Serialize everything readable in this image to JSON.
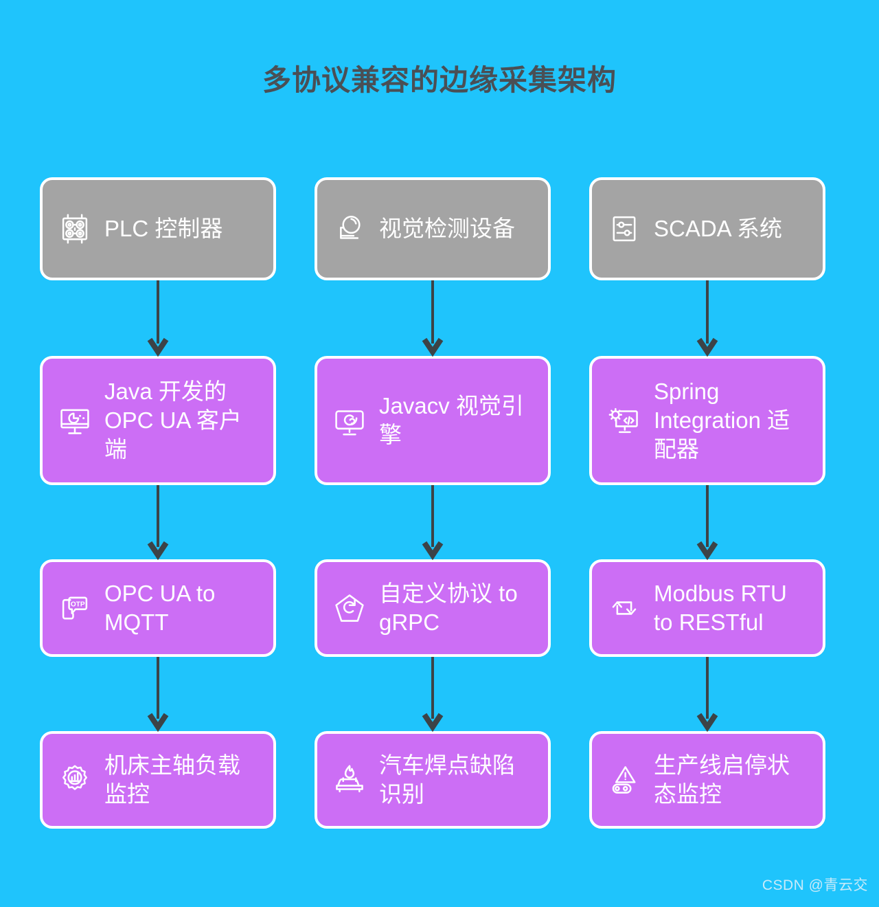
{
  "title": "多协议兼容的边缘采集架构",
  "colors": {
    "background": "#1FC4FC",
    "source_box": "#A4A4A4",
    "process_box": "#CC6EF5",
    "box_border": "#FFFFFF",
    "title_text": "#4A4F55",
    "arrow": "#3C4347",
    "label_text": "#FFFFFF"
  },
  "watermark": "CSDN @青云交",
  "diagram": {
    "type": "flowchart",
    "orientation": "top-to-bottom",
    "columns": 3,
    "rows": 4,
    "connector": "down-arrow",
    "rows_data": [
      {
        "row": 1,
        "kind": "source",
        "nodes": [
          {
            "label": "PLC 控制器",
            "icon": "plc-circuit-board-icon"
          },
          {
            "label": "视觉检测设备",
            "icon": "camera-inspection-icon"
          },
          {
            "label": "SCADA 系统",
            "icon": "sliders-panel-icon"
          }
        ]
      },
      {
        "row": 2,
        "kind": "process",
        "nodes": [
          {
            "label": "Java 开发的 OPC UA 客户端",
            "icon": "monitor-pie-icon"
          },
          {
            "label": "Javacv 视觉引擎",
            "icon": "monitor-swirl-icon"
          },
          {
            "label": "Spring Integration 适配器",
            "icon": "monitor-gear-code-icon"
          }
        ]
      },
      {
        "row": 3,
        "kind": "process",
        "nodes": [
          {
            "label": "OPC UA to MQTT",
            "icon": "phone-otp-message-icon"
          },
          {
            "label": "自定义协议 to gRPC",
            "icon": "pentagon-refresh-icon"
          },
          {
            "label": "Modbus RTU to RESTful",
            "icon": "exchange-arrows-icon"
          }
        ]
      },
      {
        "row": 4,
        "kind": "process",
        "nodes": [
          {
            "label": "机床主轴负载监控",
            "icon": "gear-barchart-icon"
          },
          {
            "label": "汽车焊点缺陷识别",
            "icon": "car-flame-icon"
          },
          {
            "label": "生产线启停状态监控",
            "icon": "warning-conveyor-icon"
          }
        ]
      }
    ],
    "flows": [
      {
        "from": "PLC 控制器",
        "to": "Java 开发的 OPC UA 客户端"
      },
      {
        "from": "Java 开发的 OPC UA 客户端",
        "to": "OPC UA to MQTT"
      },
      {
        "from": "OPC UA to MQTT",
        "to": "机床主轴负载监控"
      },
      {
        "from": "视觉检测设备",
        "to": "Javacv 视觉引擎"
      },
      {
        "from": "Javacv 视觉引擎",
        "to": "自定义协议 to gRPC"
      },
      {
        "from": "自定义协议 to gRPC",
        "to": "汽车焊点缺陷识别"
      },
      {
        "from": "SCADA 系统",
        "to": "Spring Integration 适配器"
      },
      {
        "from": "Spring Integration 适配器",
        "to": "Modbus RTU to RESTful"
      },
      {
        "from": "Modbus RTU to RESTful",
        "to": "生产线启停状态监控"
      }
    ]
  }
}
